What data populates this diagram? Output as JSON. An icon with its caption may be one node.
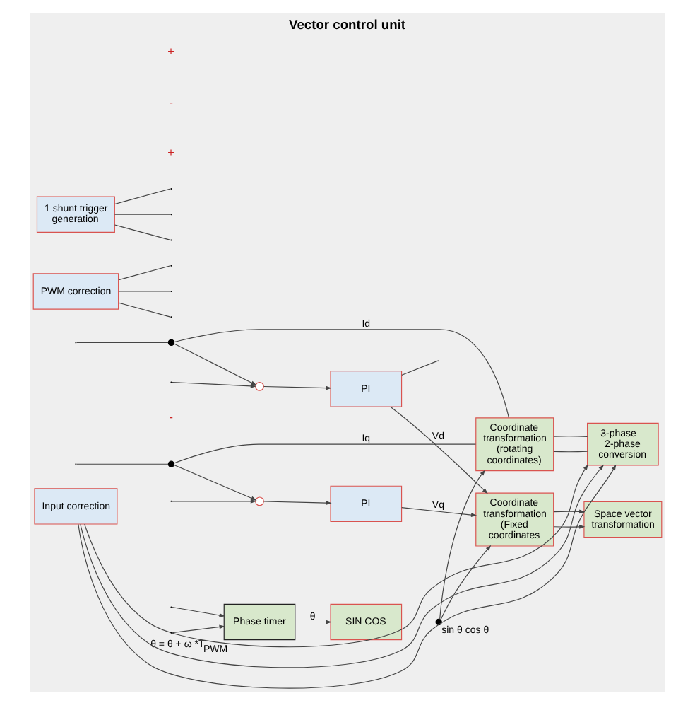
{
  "diagram": {
    "title": "Vector control unit",
    "nodes": [
      {
        "text": [],
        "shape": "circle"
      },
      {
        "text": [],
        "shape": "circle"
      },
      {
        "text": [
          "PI"
        ]
      },
      {
        "text": [
          "PI"
        ]
      },
      {
        "text": [
          "Coordinate transformation (Fixed coordinates"
        ]
      },
      {
        "text": [
          "Space vector transformation"
        ]
      },
      {
        "text": [
          "PWM correction"
        ]
      },
      {
        "text": [
          "1 shunt trigger generation"
        ]
      },
      {
        "text": [
          "Phase timer"
        ],
        "beside": [
          "θ = θ + ω *T$_{PWM}$"
        ]
      },
      {
        "text": [
          "SIN COS"
        ]
      },
      {
        "text": [],
        "shape": "circle",
        "beside": [
          "sin θ cos θ"
        ]
      },
      {
        "text": [
          "Coordinate transformation (rotating coordinates)"
        ]
      },
      {
        "text": [
          "3-phase – 2-phase conversion"
        ]
      },
      {
        "text": [
          "Input correction"
        ]
      },
      {
        "text": [],
        "shape": "circle"
      },
      {
        "text": [],
        "shape": "circle"
      }
    ],
    "edges": [
      {
        "from": null,
        "to": 0,
        "arrow": "to"
      },
      {
        "from": null,
        "to": 1,
        "arrow": "to"
      },
      {
        "from": 0,
        "to": 2,
        "arrow": "to"
      },
      {
        "from": 1,
        "to": 3,
        "arrow": "to"
      },
      {
        "from": 2,
        "to": 4,
        "arrow": "to",
        "label": "Vd"
      },
      {
        "from": 3,
        "to": 4,
        "arrow": "to",
        "label": "Vq"
      },
      {
        "from": 2,
        "to": null,
        "arrow": "none"
      },
      {
        "from": 4,
        "to": 5,
        "arrow": "to"
      },
      {
        "from": 4,
        "to": 5,
        "arrow": "to"
      },
      {
        "from": 6,
        "to": null,
        "arrow": "none"
      },
      {
        "from": 6,
        "to": null,
        "arrow": "none"
      },
      {
        "from": 6,
        "to": null,
        "arrow": "none"
      },
      {
        "from": 7,
        "to": null,
        "arrow": "none"
      },
      {
        "from": 7,
        "to": null,
        "arrow": "none"
      },
      {
        "from": 7,
        "to": null,
        "arrow": "none"
      },
      {
        "from": null,
        "to": 8,
        "arrow": "to"
      },
      {
        "from": null,
        "to": 8,
        "arrow": "to"
      },
      {
        "from": 8,
        "to": 9,
        "arrow": "to",
        "label": "θ"
      },
      {
        "from": 9,
        "to": 10,
        "arrow": "none"
      },
      {
        "from": 10,
        "to": 4,
        "arrow": "to"
      },
      {
        "from": 10,
        "to": 11,
        "arrow": "to"
      },
      {
        "from": null,
        "to": 14,
        "arrow": "none"
      },
      {
        "from": null,
        "to": 15,
        "arrow": "none"
      },
      {
        "from": 14,
        "to": 11,
        "arrow": "none",
        "label": "Id"
      },
      {
        "from": 15,
        "to": 11,
        "arrow": "none",
        "label": "Iq"
      },
      {
        "from": 14,
        "to": 0,
        "arrow": "to"
      },
      {
        "from": 15,
        "to": 1,
        "arrow": "to"
      },
      {
        "from": 11,
        "to": 12,
        "arrow": "none"
      },
      {
        "from": 11,
        "to": 12,
        "arrow": "none"
      },
      {
        "from": 13,
        "to": 12,
        "arrow": "to"
      },
      {
        "from": 13,
        "to": 12,
        "arrow": "to"
      },
      {
        "from": 13,
        "to": 12,
        "arrow": "to"
      }
    ],
    "labels": [
      "+",
      "-",
      "+",
      "-"
    ]
  }
}
